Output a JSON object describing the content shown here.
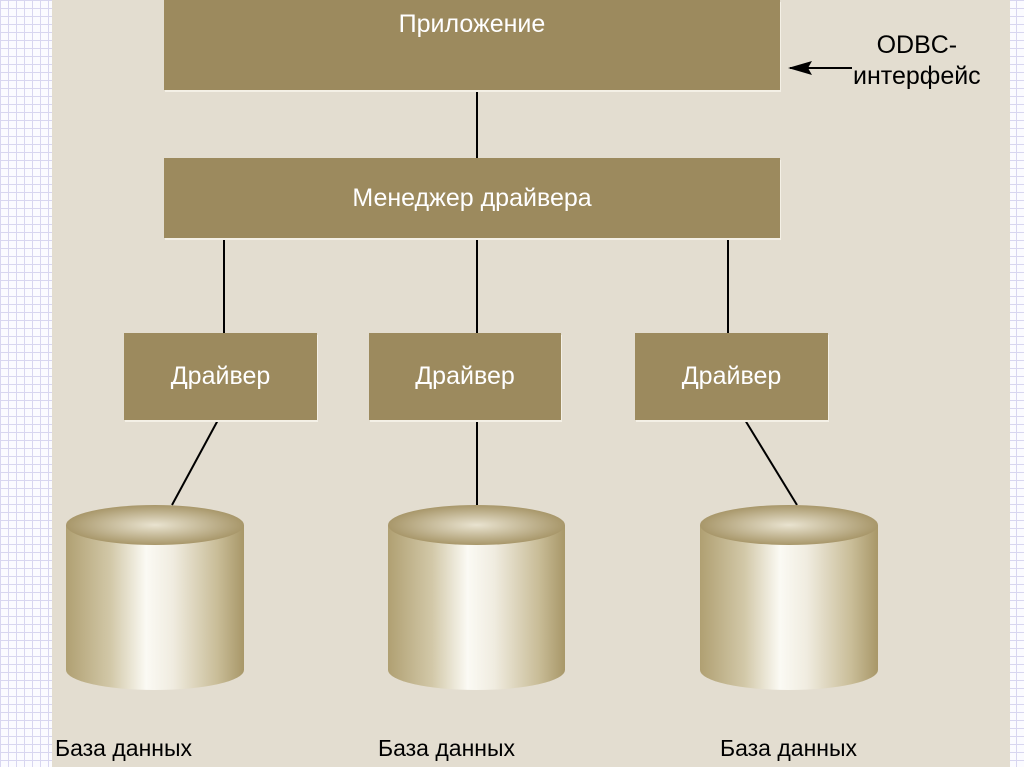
{
  "application": {
    "label": "Приложение"
  },
  "odbc_label": {
    "line1": "ODBC-",
    "line2": "интерфейс"
  },
  "manager": {
    "label": "Менеджер драйвера"
  },
  "drivers": [
    {
      "label": "Драйвер"
    },
    {
      "label": "Драйвер"
    },
    {
      "label": "Драйвер"
    }
  ],
  "databases": [
    {
      "label": "База данных"
    },
    {
      "label": "База данных"
    },
    {
      "label": "База данных"
    }
  ],
  "colors": {
    "box": "#9c8a5e",
    "background": "#e3ddd0"
  }
}
